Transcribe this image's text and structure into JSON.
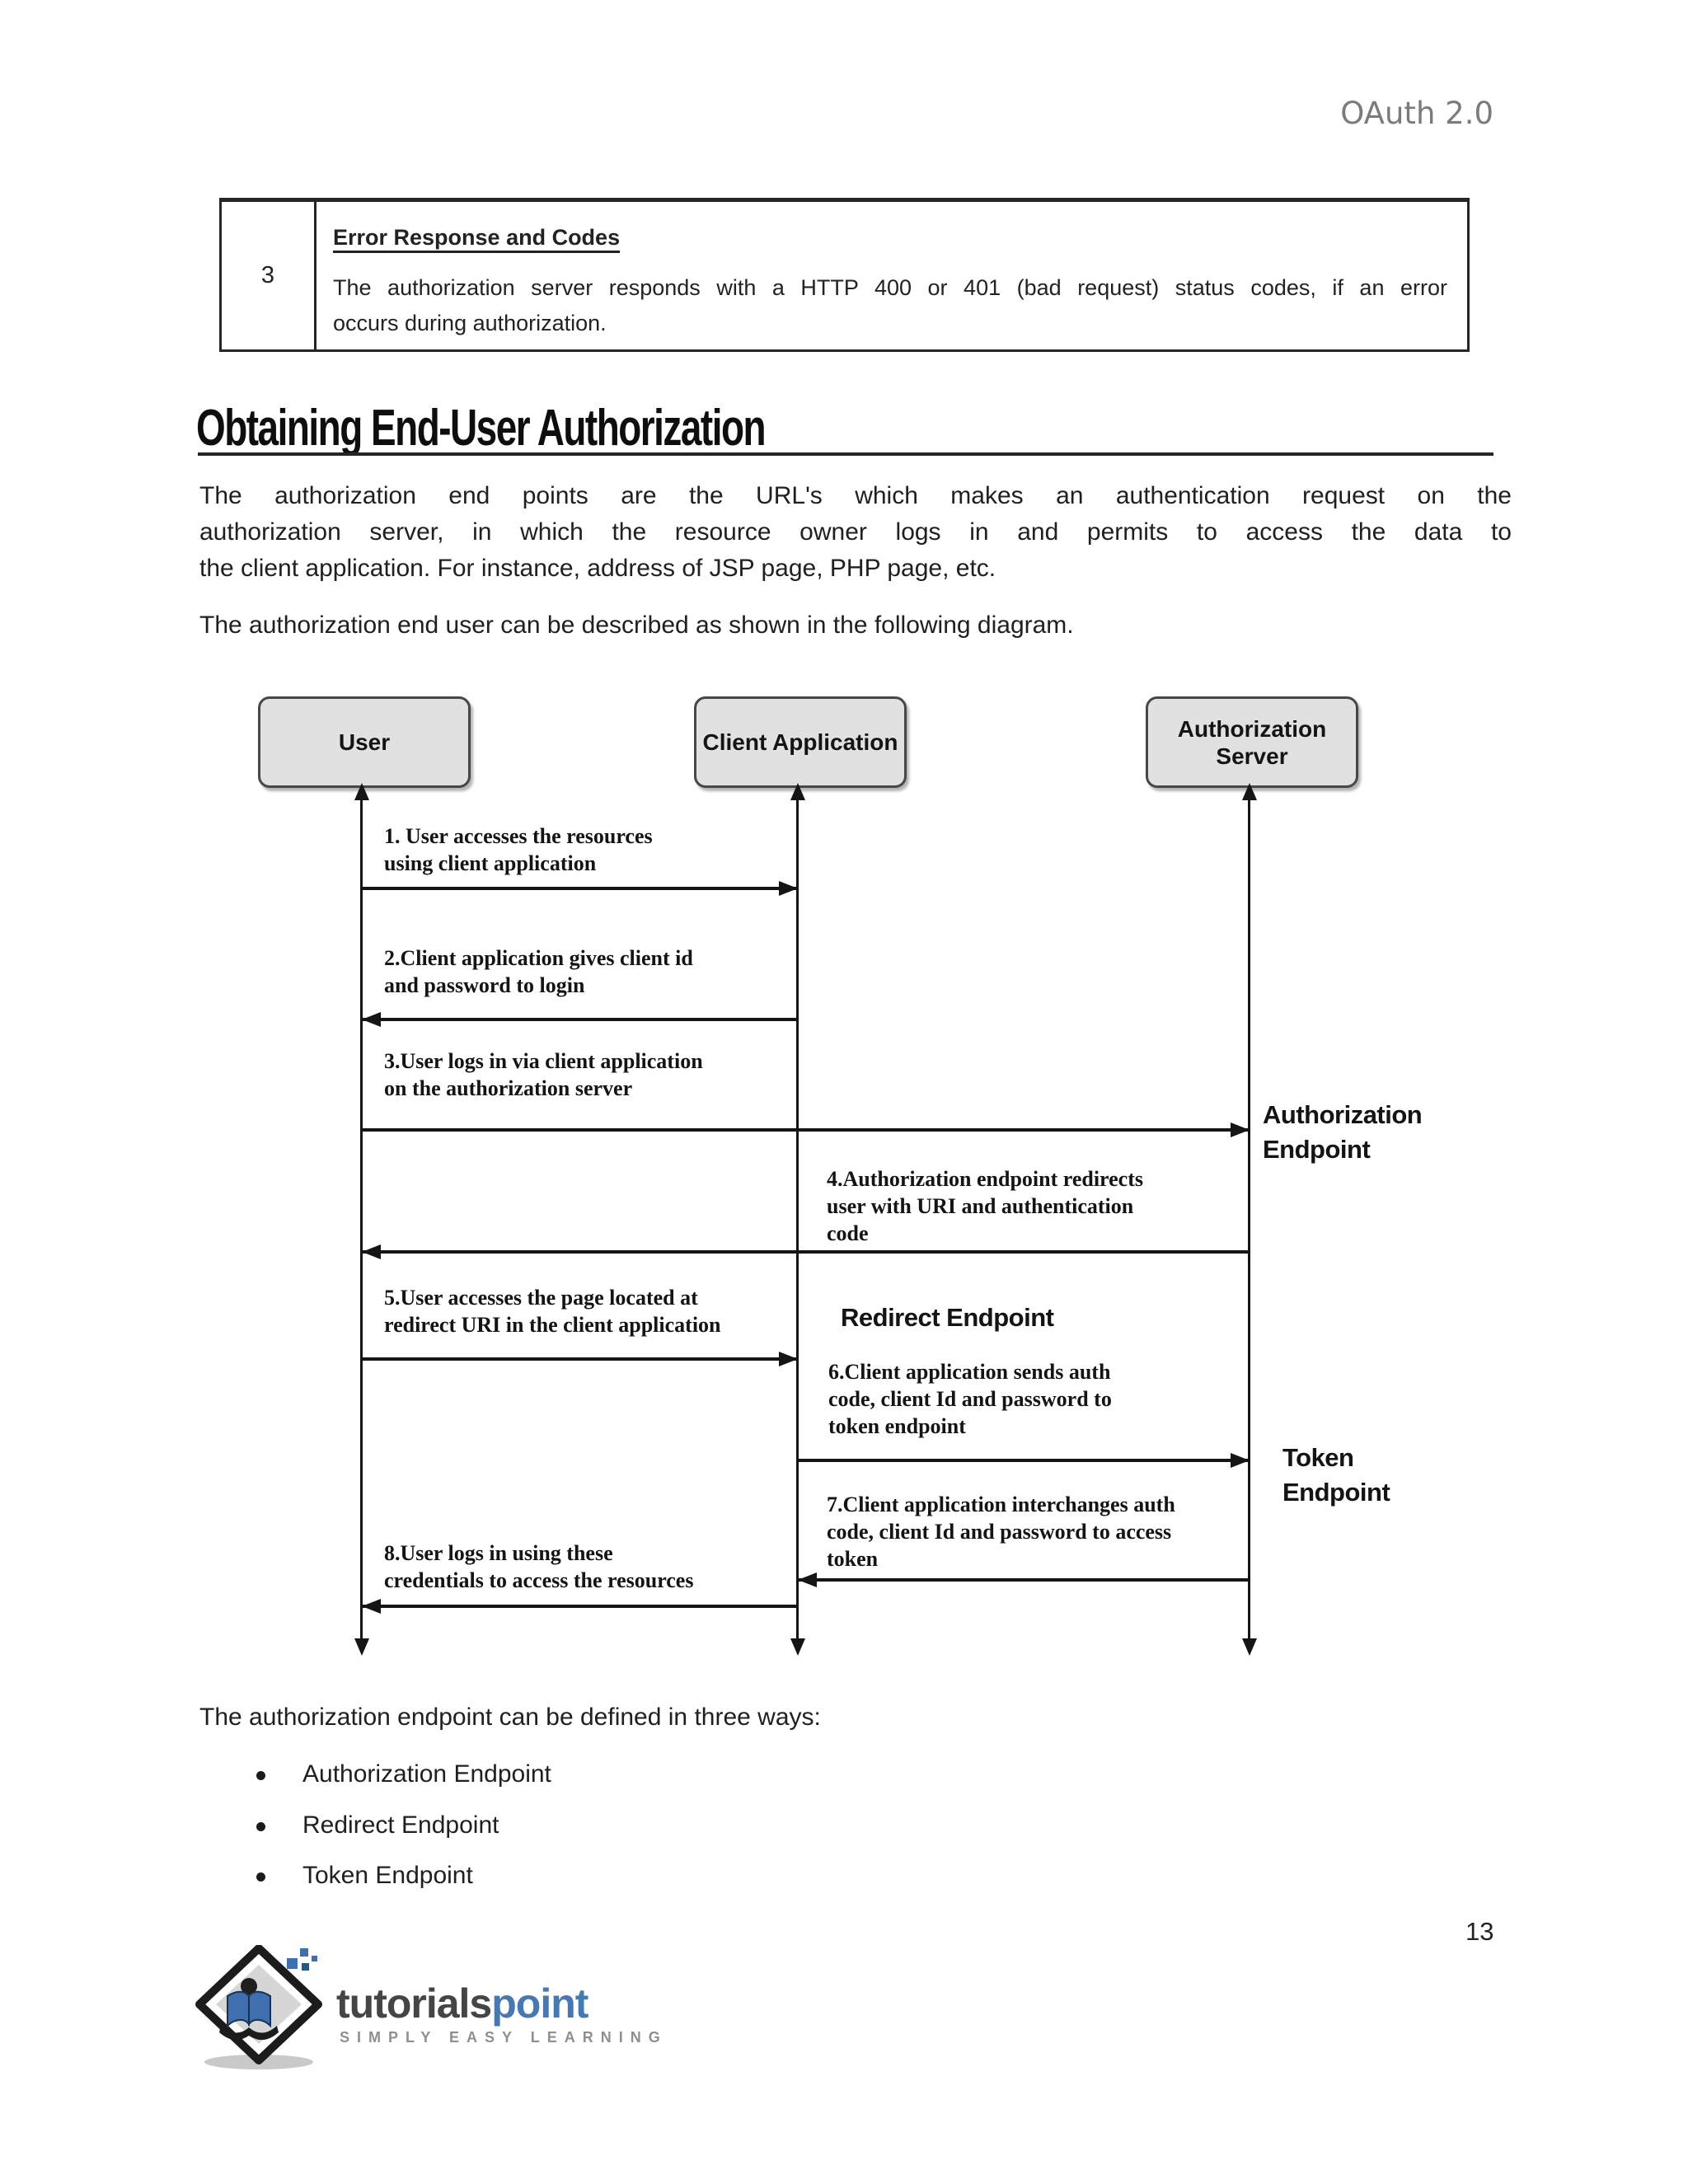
{
  "page": {
    "header_label": "OAuth 2.0",
    "page_number": "13"
  },
  "table": {
    "row_number": "3",
    "title": "Error Response and Codes",
    "body_line1": "The authorization server responds with a HTTP 400 or 401 (bad request) status codes, if an error",
    "body_line2": "occurs during authorization."
  },
  "section": {
    "heading": "Obtaining End-User Authorization",
    "para1_lines": [
      "The authorization end points are the URL's which makes an authentication request on the",
      "authorization server, in which the resource owner logs in and permits to access the data to",
      "the client application. For instance, address of JSP page, PHP page, etc."
    ],
    "para2": "The authorization end user can be described as shown in the following diagram."
  },
  "diagram": {
    "actors": [
      "User",
      "Client Application",
      "Authorization Server"
    ],
    "messages": [
      {
        "lines": [
          "1. User accesses the resources",
          "using client application"
        ]
      },
      {
        "lines": [
          "2.Client application gives client id",
          "and password to login"
        ]
      },
      {
        "lines": [
          "3.User logs in  via client application",
          "on the authorization server"
        ]
      },
      {
        "lines": [
          "4.Authorization endpoint redirects",
          "user with URI and authentication",
          "code"
        ]
      },
      {
        "lines": [
          "5.User accesses the page located at",
          "redirect URI in the client application"
        ]
      },
      {
        "lines": [
          "6.Client application sends auth",
          "code, client Id and password to",
          "token endpoint"
        ]
      },
      {
        "lines": [
          "7.Client application interchanges auth",
          "code, client Id and password to access",
          "token"
        ]
      },
      {
        "lines": [
          "8.User logs in using these",
          "credentials to access the resources"
        ]
      }
    ],
    "endpoint_labels": {
      "authorization": [
        "Authorization",
        "Endpoint"
      ],
      "redirect": "Redirect Endpoint",
      "token": [
        "Token",
        "Endpoint"
      ]
    }
  },
  "closing": {
    "lead": "The authorization endpoint can be defined in three ways:",
    "bullets": [
      "Authorization Endpoint",
      "Redirect Endpoint",
      "Token Endpoint"
    ]
  },
  "footer": {
    "brand_primary": "tutorials",
    "brand_secondary": "point",
    "tagline": "SIMPLY EASY LEARNING"
  },
  "colors": {
    "brand_blue": "#4679b2",
    "header_gray": "#7b7b7b",
    "text_dark": "#1f1f1f",
    "box_fill": "#e1e1e1"
  }
}
